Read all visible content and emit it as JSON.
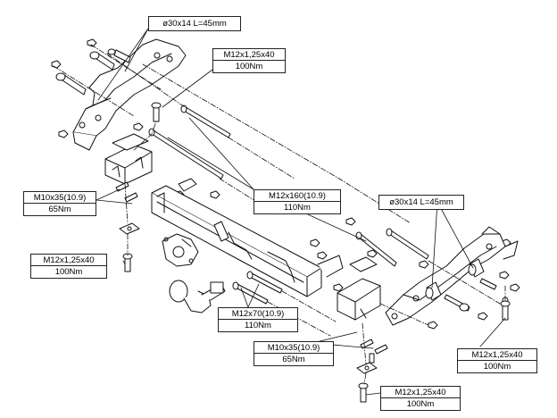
{
  "labels": {
    "sleeve_top": "ø30x14 L=45mm",
    "bolt_top": {
      "spec": "M12x1,25x40",
      "torque": "100Nm"
    },
    "bolt_left_mid": {
      "spec": "M10x35(10.9)",
      "torque": "65Nm"
    },
    "long_bolt": {
      "spec": "M12x160(10.9)",
      "torque": "110Nm"
    },
    "sleeve_right": "ø30x14 L=45mm",
    "bolt_left_low": {
      "spec": "M12x1,25x40",
      "torque": "100Nm"
    },
    "bolt_ball": {
      "spec": "M12x70(10.9)",
      "torque": "110Nm"
    },
    "bolt_right_low": {
      "spec": "M12x1,25x40",
      "torque": "100Nm"
    },
    "bolt_bottom_mid": {
      "spec": "M10x35(10.9)",
      "torque": "65Nm"
    },
    "bolt_bottom": {
      "spec": "M12x1,25x40",
      "torque": "100Nm"
    }
  },
  "colors": {
    "line": "#111111",
    "part_fill": "#ffffff",
    "shade": "#cfcfcf"
  }
}
